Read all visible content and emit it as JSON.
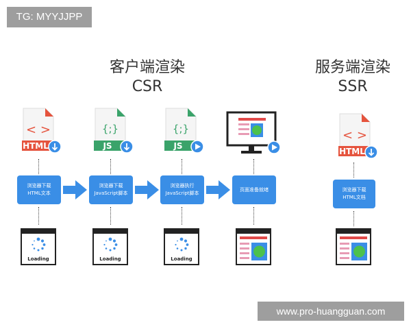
{
  "watermark_top": "TG: MYYJJPP",
  "watermark_bottom": "www.pro-huangguan.com",
  "csr": {
    "title_cn": "客户端渲染",
    "title_en": "CSR"
  },
  "ssr": {
    "title_cn": "服务端渲染",
    "title_en": "SSR"
  },
  "file_badges": {
    "html": "HTML",
    "js": "JS"
  },
  "code_glyphs": {
    "html": "< >",
    "js": "{;}"
  },
  "steps": {
    "csr_1": {
      "line1": "浏览器下载",
      "line2": "HTML文本"
    },
    "csr_2": {
      "line1": "浏览器下载",
      "line2": "JavaScript脚本"
    },
    "csr_3": {
      "line1": "浏览器执行",
      "line2": "JavaScript脚本"
    },
    "csr_4": {
      "line1": "页面准备就绪"
    },
    "ssr_1": {
      "line1": "浏览器下载",
      "line2": "HTML文档"
    }
  },
  "loading_label": "Loading",
  "colors": {
    "step_blue": "#3a8ee6",
    "html_red": "#e5533d",
    "js_green": "#3aa36a",
    "page_green": "#4cc14c",
    "page_red": "#e14a4a",
    "page_pink": "#e79bb4"
  }
}
